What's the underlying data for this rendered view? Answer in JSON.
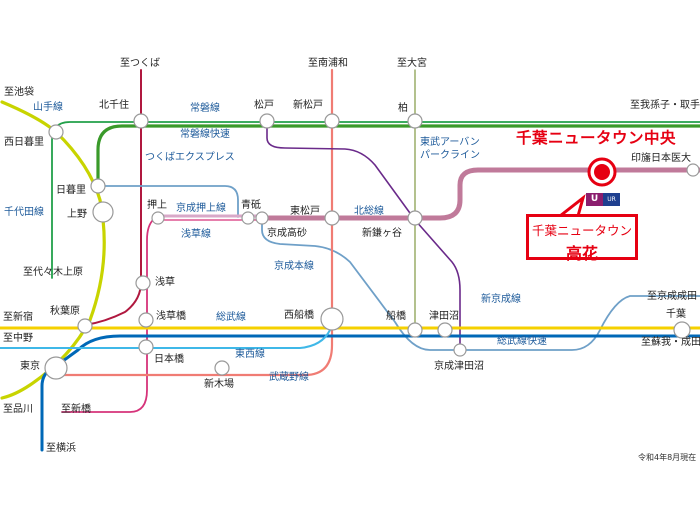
{
  "title": "Route map around Chiba New Town Chuo",
  "highlighted_station": {
    "name": "千葉ニュータウン中央",
    "color": "#e60012"
  },
  "callout": {
    "line1": "千葉ニュータウン",
    "line2": "高花",
    "logo_text_left": "U",
    "logo_text_right": "UR"
  },
  "note": "令和4年8月現在",
  "lines": [
    {
      "id": "yamanote",
      "name": "山手線",
      "color": "#c8d400"
    },
    {
      "id": "joban",
      "name": "常磐線",
      "color": "#22a04a"
    },
    {
      "id": "joban_rapid",
      "name": "常磐線快速",
      "color": "#22a04a"
    },
    {
      "id": "tsukuba_express",
      "name": "つくばエクスプレス",
      "color": "#b0183f"
    },
    {
      "id": "chiyoda",
      "name": "千代田線",
      "color": "#22a04a"
    },
    {
      "id": "keisei_oshiage",
      "name": "京成押上線",
      "color": "#d8a8c8"
    },
    {
      "id": "asakusa",
      "name": "浅草線",
      "color": "#d6337a"
    },
    {
      "id": "hokuso",
      "name": "北総線",
      "color": "#c07a9a"
    },
    {
      "id": "tobu_urban_park",
      "name": "東武アーバンパークライン",
      "color": "#8aa050"
    },
    {
      "id": "keisei_main",
      "name": "京成本線",
      "color": "#6fa0c8"
    },
    {
      "id": "musashino",
      "name": "武蔵野線",
      "color": "#f07c74"
    },
    {
      "id": "sobu",
      "name": "総武線",
      "color": "#f5d000"
    },
    {
      "id": "sobu_rapid",
      "name": "総武線快速",
      "color": "#0068b7"
    },
    {
      "id": "tozai",
      "name": "東西線",
      "color": "#3fb8e8"
    },
    {
      "id": "shin_keisei",
      "name": "新京成線",
      "color": "#6fa0c8"
    },
    {
      "id": "shin_keisei_purple",
      "name": "",
      "color": "#6a2a8a"
    }
  ],
  "line_labels": {
    "yamanote": "山手線",
    "joban": "常磐線",
    "joban_rapid": "常磐線快速",
    "tsukuba_express": "つくばエクスプレス",
    "chiyoda": "千代田線",
    "keisei_oshiage": "京成押上線",
    "asakusa": "浅草線",
    "hokuso": "北総線",
    "tobu_line1": "東武アーバン",
    "tobu_line2": "パークライン",
    "keisei_main": "京成本線",
    "musashino": "武蔵野線",
    "sobu": "総武線",
    "sobu_rapid": "総武線快速",
    "tozai": "東西線",
    "shin_keisei": "新京成線"
  },
  "stations": {
    "kita_senju": "北千住",
    "nishi_nippori": "西日暮里",
    "nippori": "日暮里",
    "ueno": "上野",
    "oshiage": "押上",
    "aoto": "青砥",
    "keisei_takasago": "京成高砂",
    "higashi_matsudo": "東松戸",
    "shin_kamagaya": "新鎌ヶ谷",
    "matsudo": "松戸",
    "shin_matsudo": "新松戸",
    "kashiwa": "柏",
    "inzai_makinohara": "印旛日本医大",
    "asakusa": "浅草",
    "akihabara": "秋葉原",
    "asakusabashi": "浅草橋",
    "nishi_funabashi": "西船橋",
    "funabashi": "船橋",
    "tsudanuma": "津田沼",
    "keisei_tsudanuma": "京成津田沼",
    "chiba": "千葉",
    "tokyo": "東京",
    "nihonbashi": "日本橋",
    "shin_kiba": "新木場"
  },
  "destinations": {
    "tsukuba": "至つくば",
    "minami_urawa": "至南浦和",
    "omiya": "至大宮",
    "ikebukuro": "至池袋",
    "abiko": "至我孫子・取手",
    "yoyogi_uehara": "至代々木上原",
    "shinjuku": "至新宿",
    "nakano": "至中野",
    "shinagawa": "至品川",
    "shimbashi": "至新橋",
    "yokohama": "至横浜",
    "keisei_narita": "至京成成田",
    "soga_narita": "至蘇我・成田"
  }
}
